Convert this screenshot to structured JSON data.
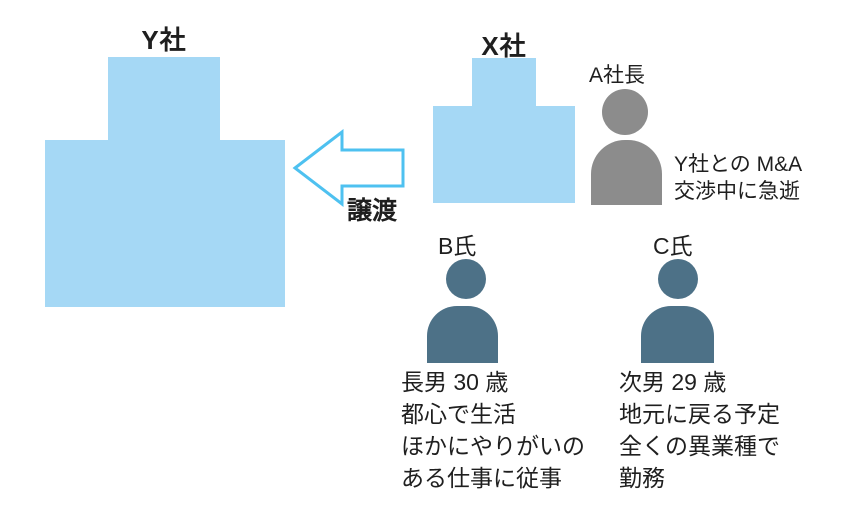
{
  "colors": {
    "building": "#a5d8f5",
    "arrow_stroke": "#4ec1f0",
    "arrow_fill": "#ffffff",
    "person_gray": "#8c8c8c",
    "person_teal": "#4d7187",
    "text": "#1f1f1f",
    "bg": "#ffffff"
  },
  "companies": {
    "y": {
      "label": "Y社"
    },
    "x": {
      "label": "X社"
    }
  },
  "transfer": {
    "label": "譲渡"
  },
  "people": {
    "president_a": {
      "label": "A社長",
      "note_line1": "Y社との M&A",
      "note_line2": "交渉中に急逝"
    },
    "b": {
      "label": "B氏",
      "desc_lines": [
        "長男 30 歳",
        "都心で生活",
        "ほかにやりがいの",
        "ある仕事に従事"
      ]
    },
    "c": {
      "label": "C氏",
      "desc_lines": [
        "次男 29 歳",
        "地元に戻る予定",
        "全くの異業種で",
        "勤務"
      ]
    }
  },
  "icons": {
    "y_building": "company-building",
    "x_building": "company-building",
    "arrow": "left-arrow-outline",
    "person": "person-silhouette"
  }
}
